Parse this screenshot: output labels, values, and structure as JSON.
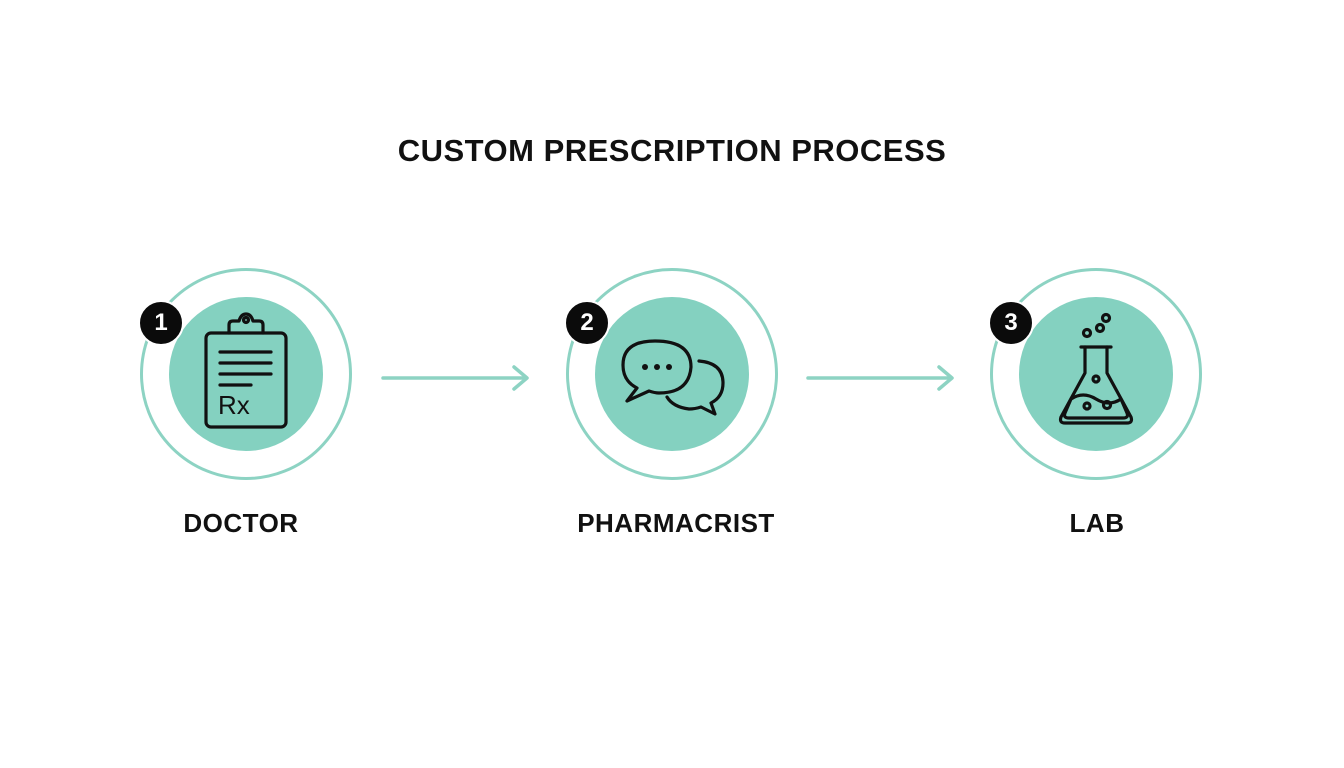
{
  "diagram": {
    "title": "CUSTOM PRESCRIPTION PROCESS",
    "accent_color": "#84d1c0",
    "ring_color": "#8dd3c3",
    "badge_color": "#0b0b0b",
    "steps": [
      {
        "number": "1",
        "label": "DOCTOR",
        "icon": "prescription-clipboard-icon",
        "icon_text": "Rx"
      },
      {
        "number": "2",
        "label": "PHARMACRIST",
        "icon": "chat-bubbles-icon"
      },
      {
        "number": "3",
        "label": "LAB",
        "icon": "flask-icon"
      }
    ],
    "connectors": [
      "arrow-right-icon",
      "arrow-right-icon"
    ]
  }
}
